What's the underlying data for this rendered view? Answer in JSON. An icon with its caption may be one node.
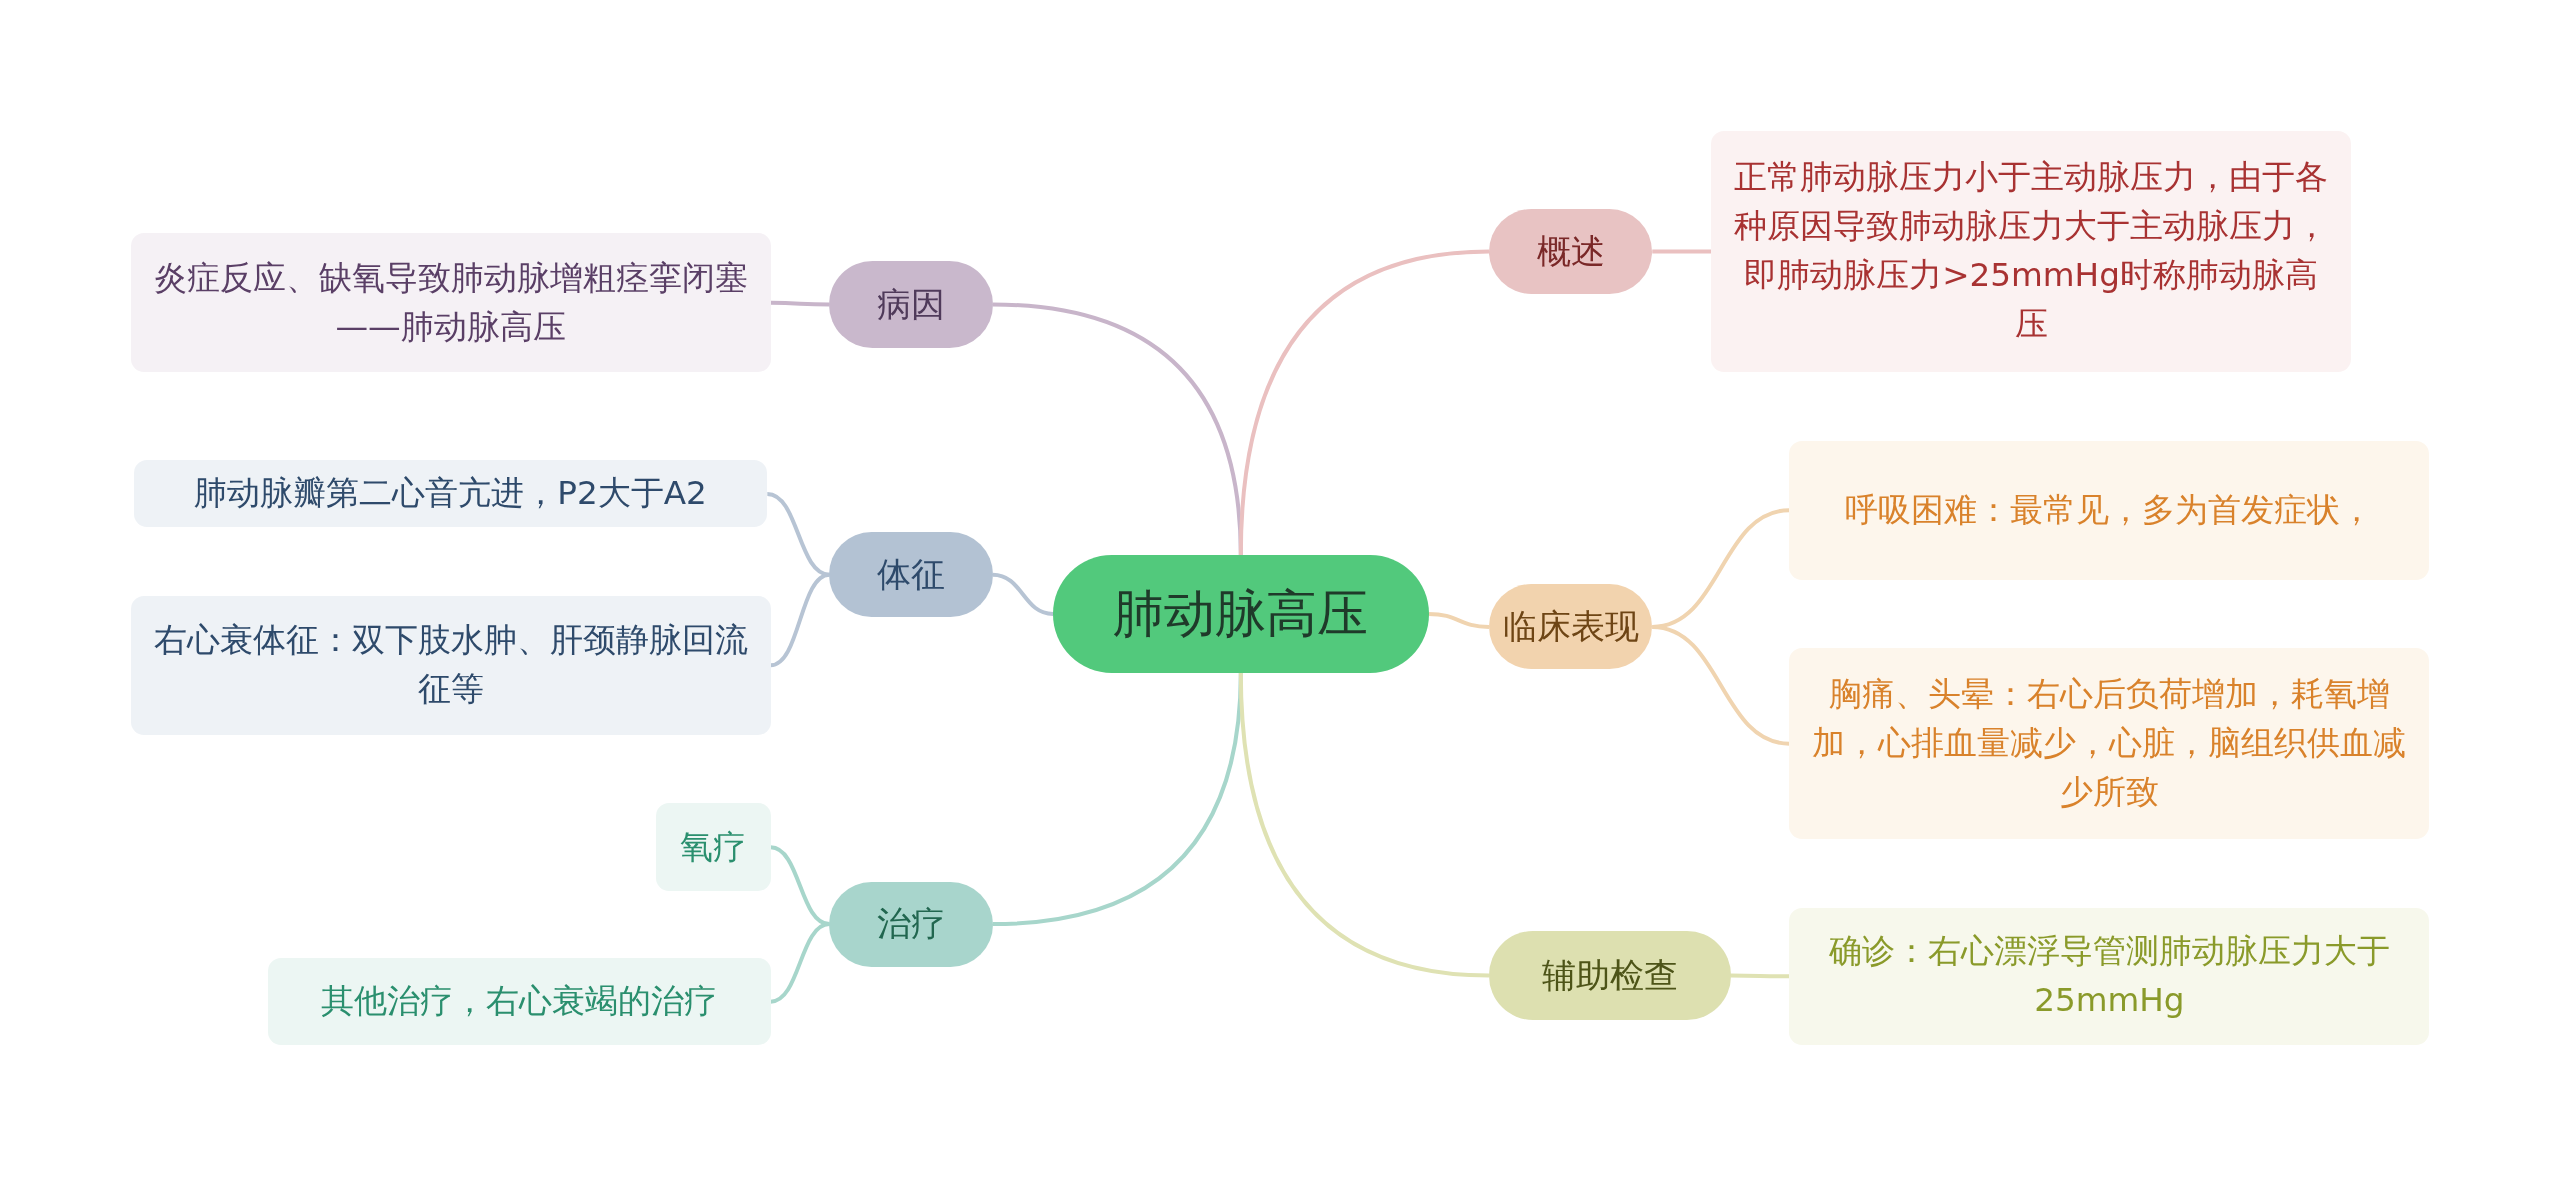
{
  "diagram": {
    "nodes": [
      {
        "text": [
          "肺动脉高压"
        ]
      },
      {
        "text": [
          "病因"
        ]
      },
      {
        "text": [
          "炎症反应、缺氧导致肺动脉增粗痉挛闭塞——肺动脉高压"
        ]
      },
      {
        "text": [
          "体征"
        ]
      },
      {
        "text": [
          "肺动脉瓣第二心音亢进，P2大于A2"
        ]
      },
      {
        "text": [
          "右心衰体征：双下肢水肿、肝颈静脉回流征等"
        ]
      },
      {
        "text": [
          "治疗"
        ]
      },
      {
        "text": [
          "氧疗"
        ]
      },
      {
        "text": [
          "其他治疗，右心衰竭的治疗"
        ]
      },
      {
        "text": [
          "概述"
        ]
      },
      {
        "text": [
          "正常肺动脉压力小于主动脉压力，由于各种原因导致肺动脉压力大于主动脉压力，即肺动脉压力>25mmHg时称肺动脉高压"
        ]
      },
      {
        "text": [
          "临床表现"
        ]
      },
      {
        "text": [
          "呼吸困难：最常见，多为首发症状，"
        ]
      },
      {
        "text": [
          "胸痛、头晕：右心后负荷增加，耗氧增加，心排血量减少，心脏，脑组织供血减少所致"
        ]
      },
      {
        "text": [
          "辅助检查"
        ]
      },
      {
        "text": [
          "确诊：右心漂浮导管测肺动脉压力大于25mmHg"
        ]
      }
    ],
    "edges": [
      {
        "from": 0,
        "to": 1,
        "arrow": "none",
        "color": "#c8b5ca"
      },
      {
        "from": 1,
        "to": 2,
        "arrow": "none",
        "color": "#c8b5ca"
      },
      {
        "from": 0,
        "to": 3,
        "arrow": "none",
        "color": "#b7c4d4"
      },
      {
        "from": 3,
        "to": 4,
        "arrow": "none",
        "color": "#b7c4d4"
      },
      {
        "from": 3,
        "to": 5,
        "arrow": "none",
        "color": "#b7c4d4"
      },
      {
        "from": 0,
        "to": 6,
        "arrow": "none",
        "color": "#a7d6cb"
      },
      {
        "from": 6,
        "to": 7,
        "arrow": "none",
        "color": "#a7d6cb"
      },
      {
        "from": 6,
        "to": 8,
        "arrow": "none",
        "color": "#a7d6cb"
      },
      {
        "from": 0,
        "to": 9,
        "arrow": "none",
        "color": "#eac0c0"
      },
      {
        "from": 9,
        "to": 10,
        "arrow": "none",
        "color": "#eac0c0"
      },
      {
        "from": 0,
        "to": 11,
        "arrow": "none",
        "color": "#f0d4b0"
      },
      {
        "from": 11,
        "to": 12,
        "arrow": "none",
        "color": "#f0d4b0"
      },
      {
        "from": 11,
        "to": 13,
        "arrow": "none",
        "color": "#f0d4b0"
      },
      {
        "from": 0,
        "to": 14,
        "arrow": "none",
        "color": "#dfe2b3"
      },
      {
        "from": 14,
        "to": 15,
        "arrow": "none",
        "color": "#dfe2b3"
      }
    ]
  }
}
